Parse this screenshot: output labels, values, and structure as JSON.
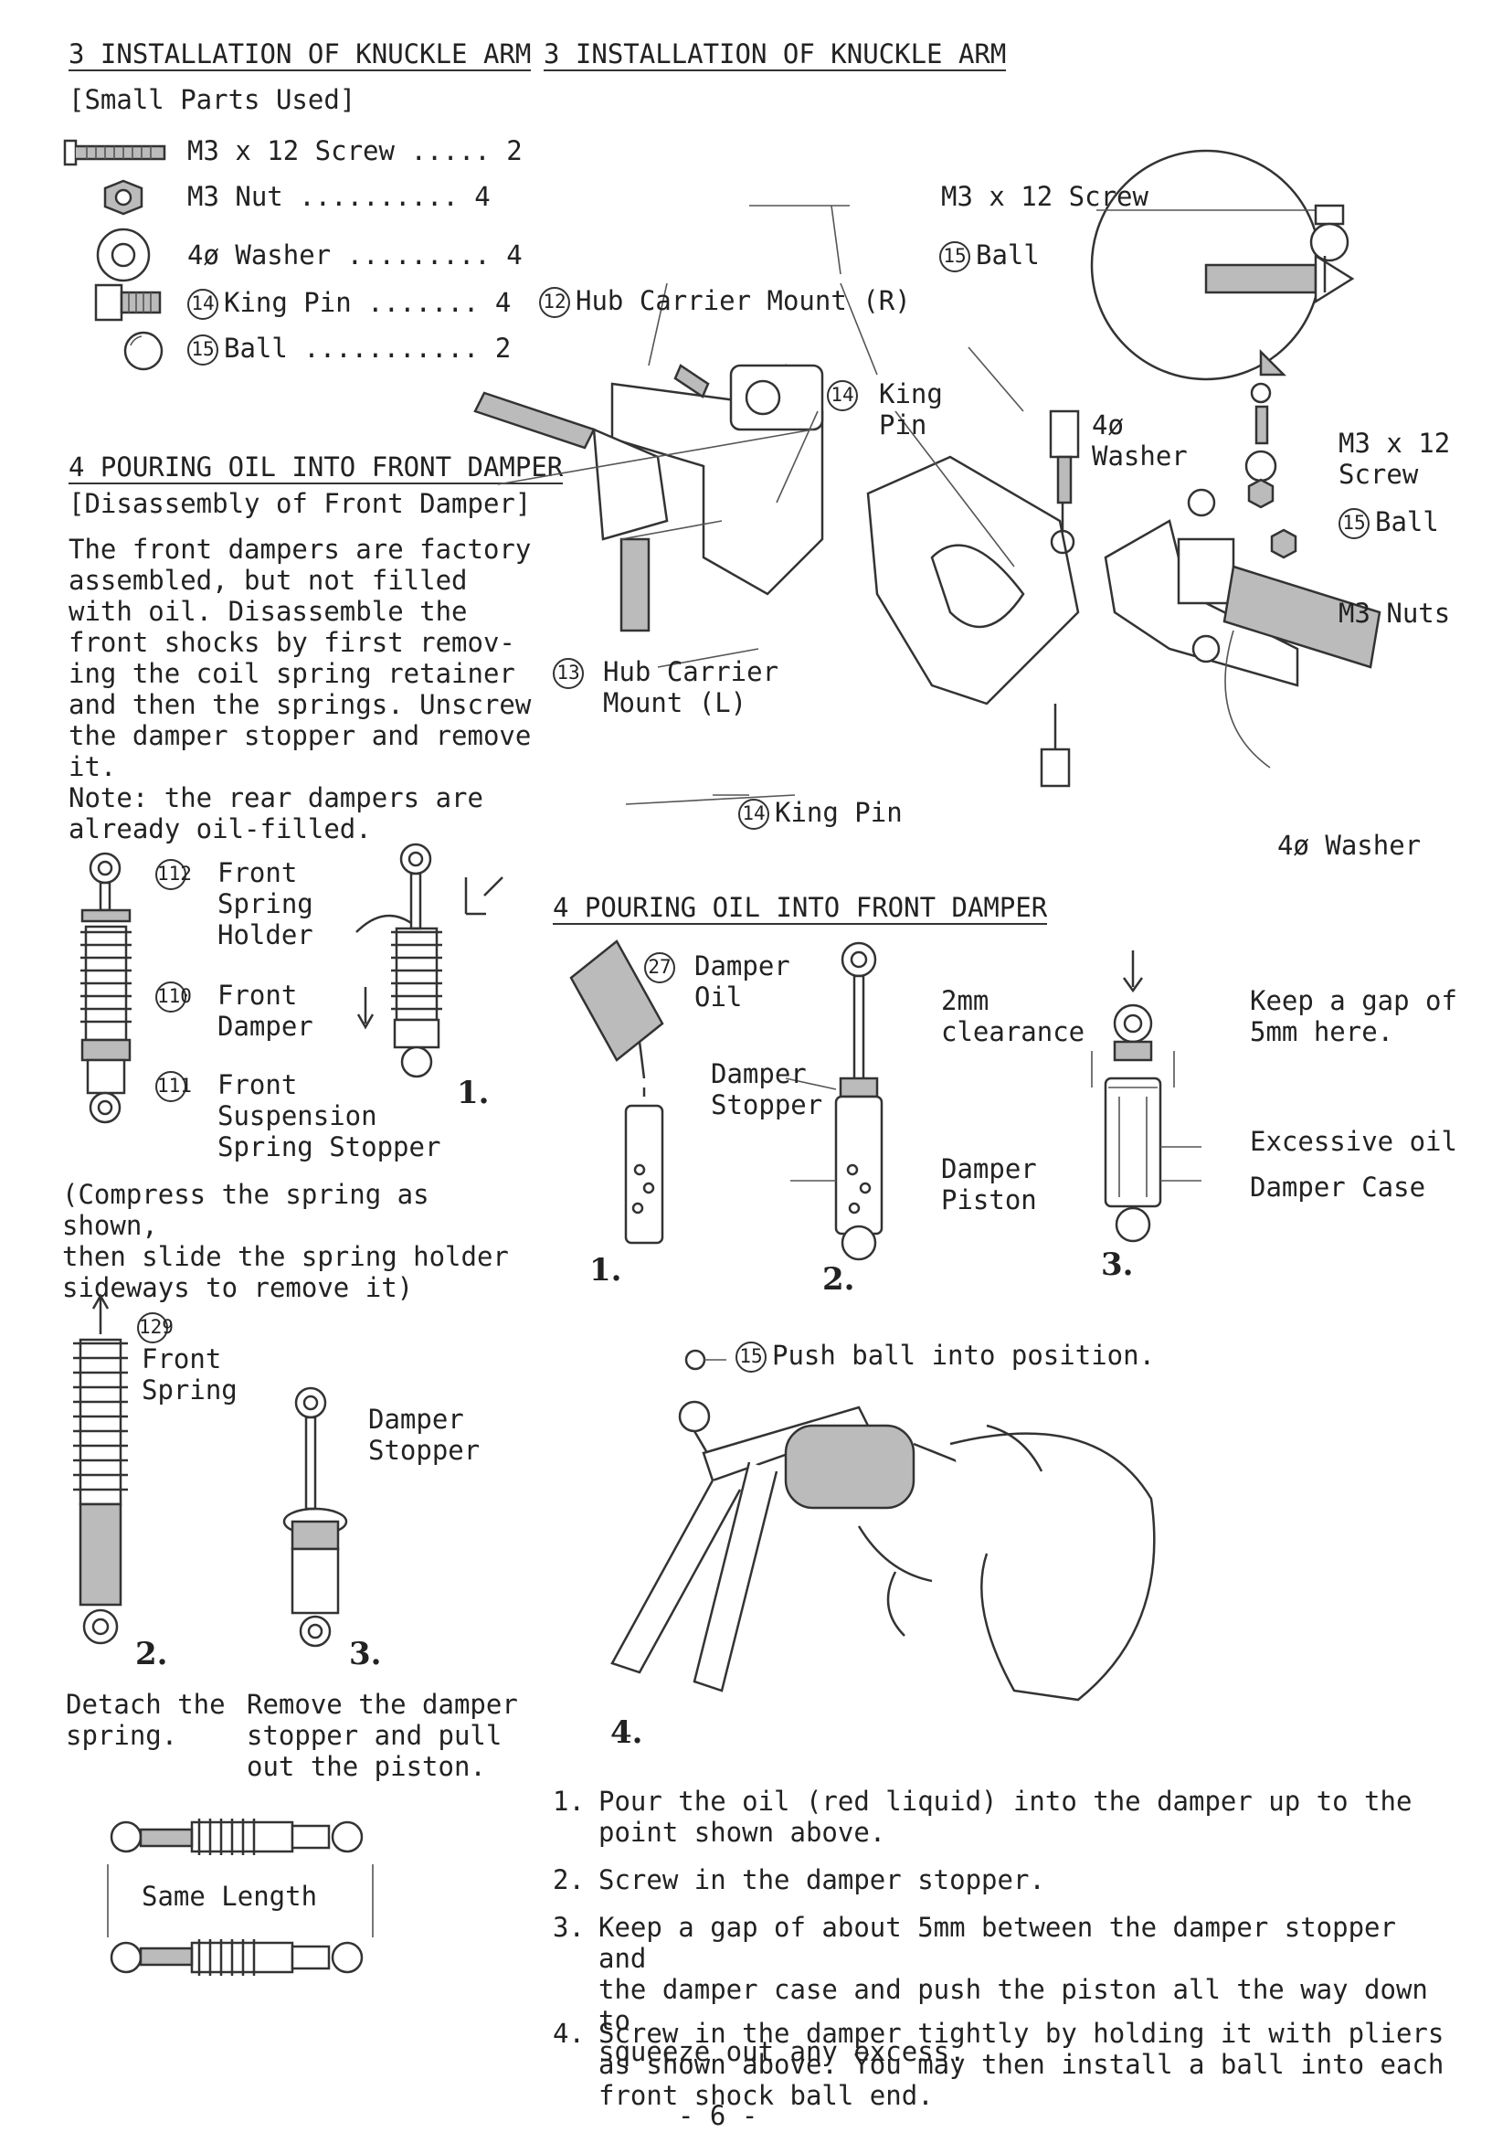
{
  "left": {
    "sec3_title": "3 INSTALLATION OF KNUCKLE ARM",
    "small_parts_title": "[Small Parts Used]",
    "parts": [
      {
        "num": "",
        "name": "M3 x 12 Screw",
        "dots": " .....",
        "qty": "2",
        "icon": "screw-icon"
      },
      {
        "num": "",
        "name": "M3 Nut",
        "dots": " ..........",
        "qty": "4",
        "icon": "nut-icon"
      },
      {
        "num": "",
        "name": "4ø Washer",
        "dots": " .........",
        "qty": "4",
        "icon": "washer-icon"
      },
      {
        "num": "14",
        "name": "King Pin",
        "dots": " .......",
        "qty": "4",
        "icon": "king-pin-icon"
      },
      {
        "num": "15",
        "name": "Ball",
        "dots": " ...........",
        "qty": "2",
        "icon": "ball-icon"
      }
    ],
    "sec4_title": "4 POURING OIL INTO FRONT DAMPER",
    "disassembly_title": "[Disassembly of Front Damper]",
    "disassembly_text": "The front dampers are factory\nassembled, but not filled\nwith oil. Disassemble  the\nfront shocks by first remov-\ning the coil spring retainer\nand then the springs. Unscrew\nthe damper stopper and remove\nit.\nNote: the rear dampers are\nalready oil-filled.",
    "fig1": {
      "labels": [
        {
          "num": "112",
          "text": "Front\nSpring\nHolder"
        },
        {
          "num": "110",
          "text": "Front\nDamper"
        },
        {
          "num": "111",
          "text": "Front\nSuspension\nSpring Stopper"
        }
      ],
      "step": "1."
    },
    "compress_caption": "(Compress the spring as shown,\nthen slide the spring holder\nsideways to remove it)",
    "fig2": {
      "num": "129",
      "text": "Front\nSpring",
      "step": "2.",
      "caption": "Detach the\nspring."
    },
    "fig3": {
      "text": "Damper\nStopper",
      "step": "3.",
      "caption": "Remove the damper\nstopper and pull\nout the piston."
    },
    "same_length": "Same Length"
  },
  "right": {
    "sec3_title": "3 INSTALLATION OF KNUCKLE ARM",
    "labels": {
      "screw_top": "M3 x 12 Screw",
      "ball_top": "Ball",
      "ball_top_num": "15",
      "hub_r": "Hub Carrier Mount (R)",
      "hub_r_num": "12",
      "king_pin_top": "King\nPin",
      "king_pin_num": "14",
      "washer_top": "4ø\nWasher",
      "screw_right": "M3 x 12\nScrew",
      "ball_right": "Ball",
      "ball_right_num": "15",
      "nuts": "M3 Nuts",
      "hub_l": "Hub Carrier\nMount (L)",
      "hub_l_num": "13",
      "king_pin_bottom": "King Pin",
      "king_pin_bottom_num": "14",
      "washer_bottom": "4ø Washer"
    },
    "sec4_title": "4 POURING OIL INTO FRONT DAMPER",
    "oil": {
      "oil_num": "27",
      "oil_label": "Damper\nOil",
      "stopper": "Damper\nStopper",
      "clearance": "2mm\nclearance",
      "piston": "Damper\nPiston",
      "gap": "Keep a gap of\n5mm here.",
      "excess": "Excessive oil",
      "case": "Damper Case",
      "steps": [
        "1.",
        "2.",
        "3."
      ]
    },
    "push_ball": "Push ball into position.",
    "push_ball_num": "15",
    "step4": "4.",
    "instructions": [
      {
        "n": "1.",
        "text": "Pour the oil (red liquid) into the damper up to the\npoint shown above."
      },
      {
        "n": "2.",
        "text": "Screw in the damper stopper."
      },
      {
        "n": "3.",
        "text": "Keep a gap of about 5mm between the damper stopper and\nthe damper case and push the piston all the way down to\nsqueeze out any excess."
      },
      {
        "n": "4.",
        "text": "Screw in the damper tightly by holding it with pliers\nas shown above.  You may then install a ball into each\nfront shock ball end."
      }
    ]
  },
  "page_number": "- 6 -"
}
